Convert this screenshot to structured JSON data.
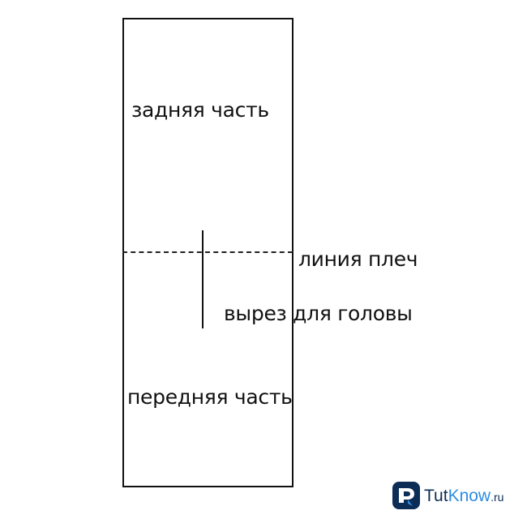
{
  "diagram": {
    "labels": {
      "back_part": "задняя часть",
      "shoulder_line": "линия плеч",
      "neck_cutout": "вырез для головы",
      "front_part": "передняя часть"
    }
  },
  "watermark": {
    "brand_primary": "Tut",
    "brand_accent": "Know",
    "brand_tld": ".ru",
    "colors": {
      "dark": "#0c2d55",
      "accent": "#2f8de0"
    },
    "icon": "tutknow-logo-icon"
  }
}
